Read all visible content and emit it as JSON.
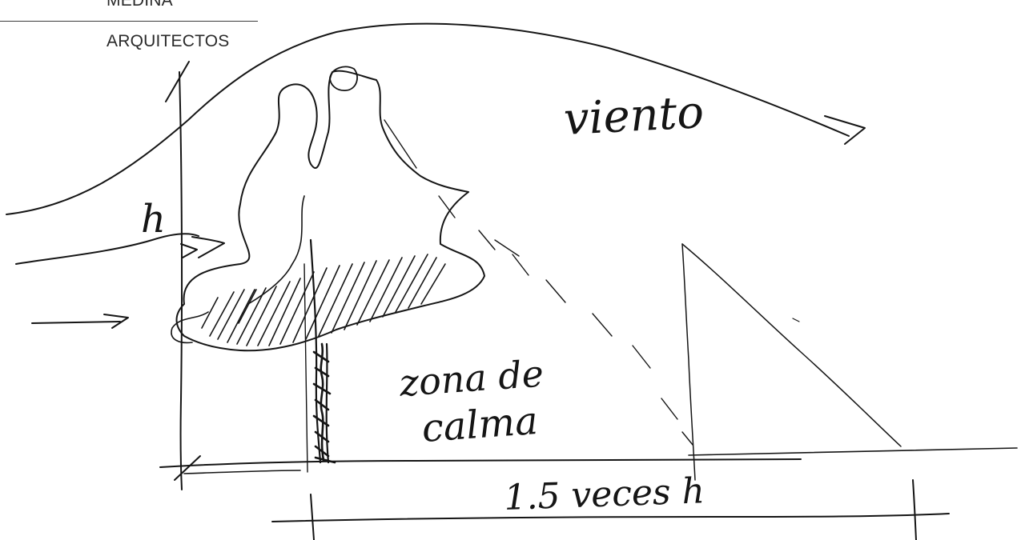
{
  "letterhead": {
    "line1": "MEDINA",
    "line2": "ARQUITECTOS"
  },
  "sketch": {
    "labels": {
      "wind": "viento",
      "height": "h",
      "calm_zone_line1": "zona de",
      "calm_zone_line2": "calma",
      "distance": "1.5 veces h"
    },
    "ink_color": "#151515"
  }
}
